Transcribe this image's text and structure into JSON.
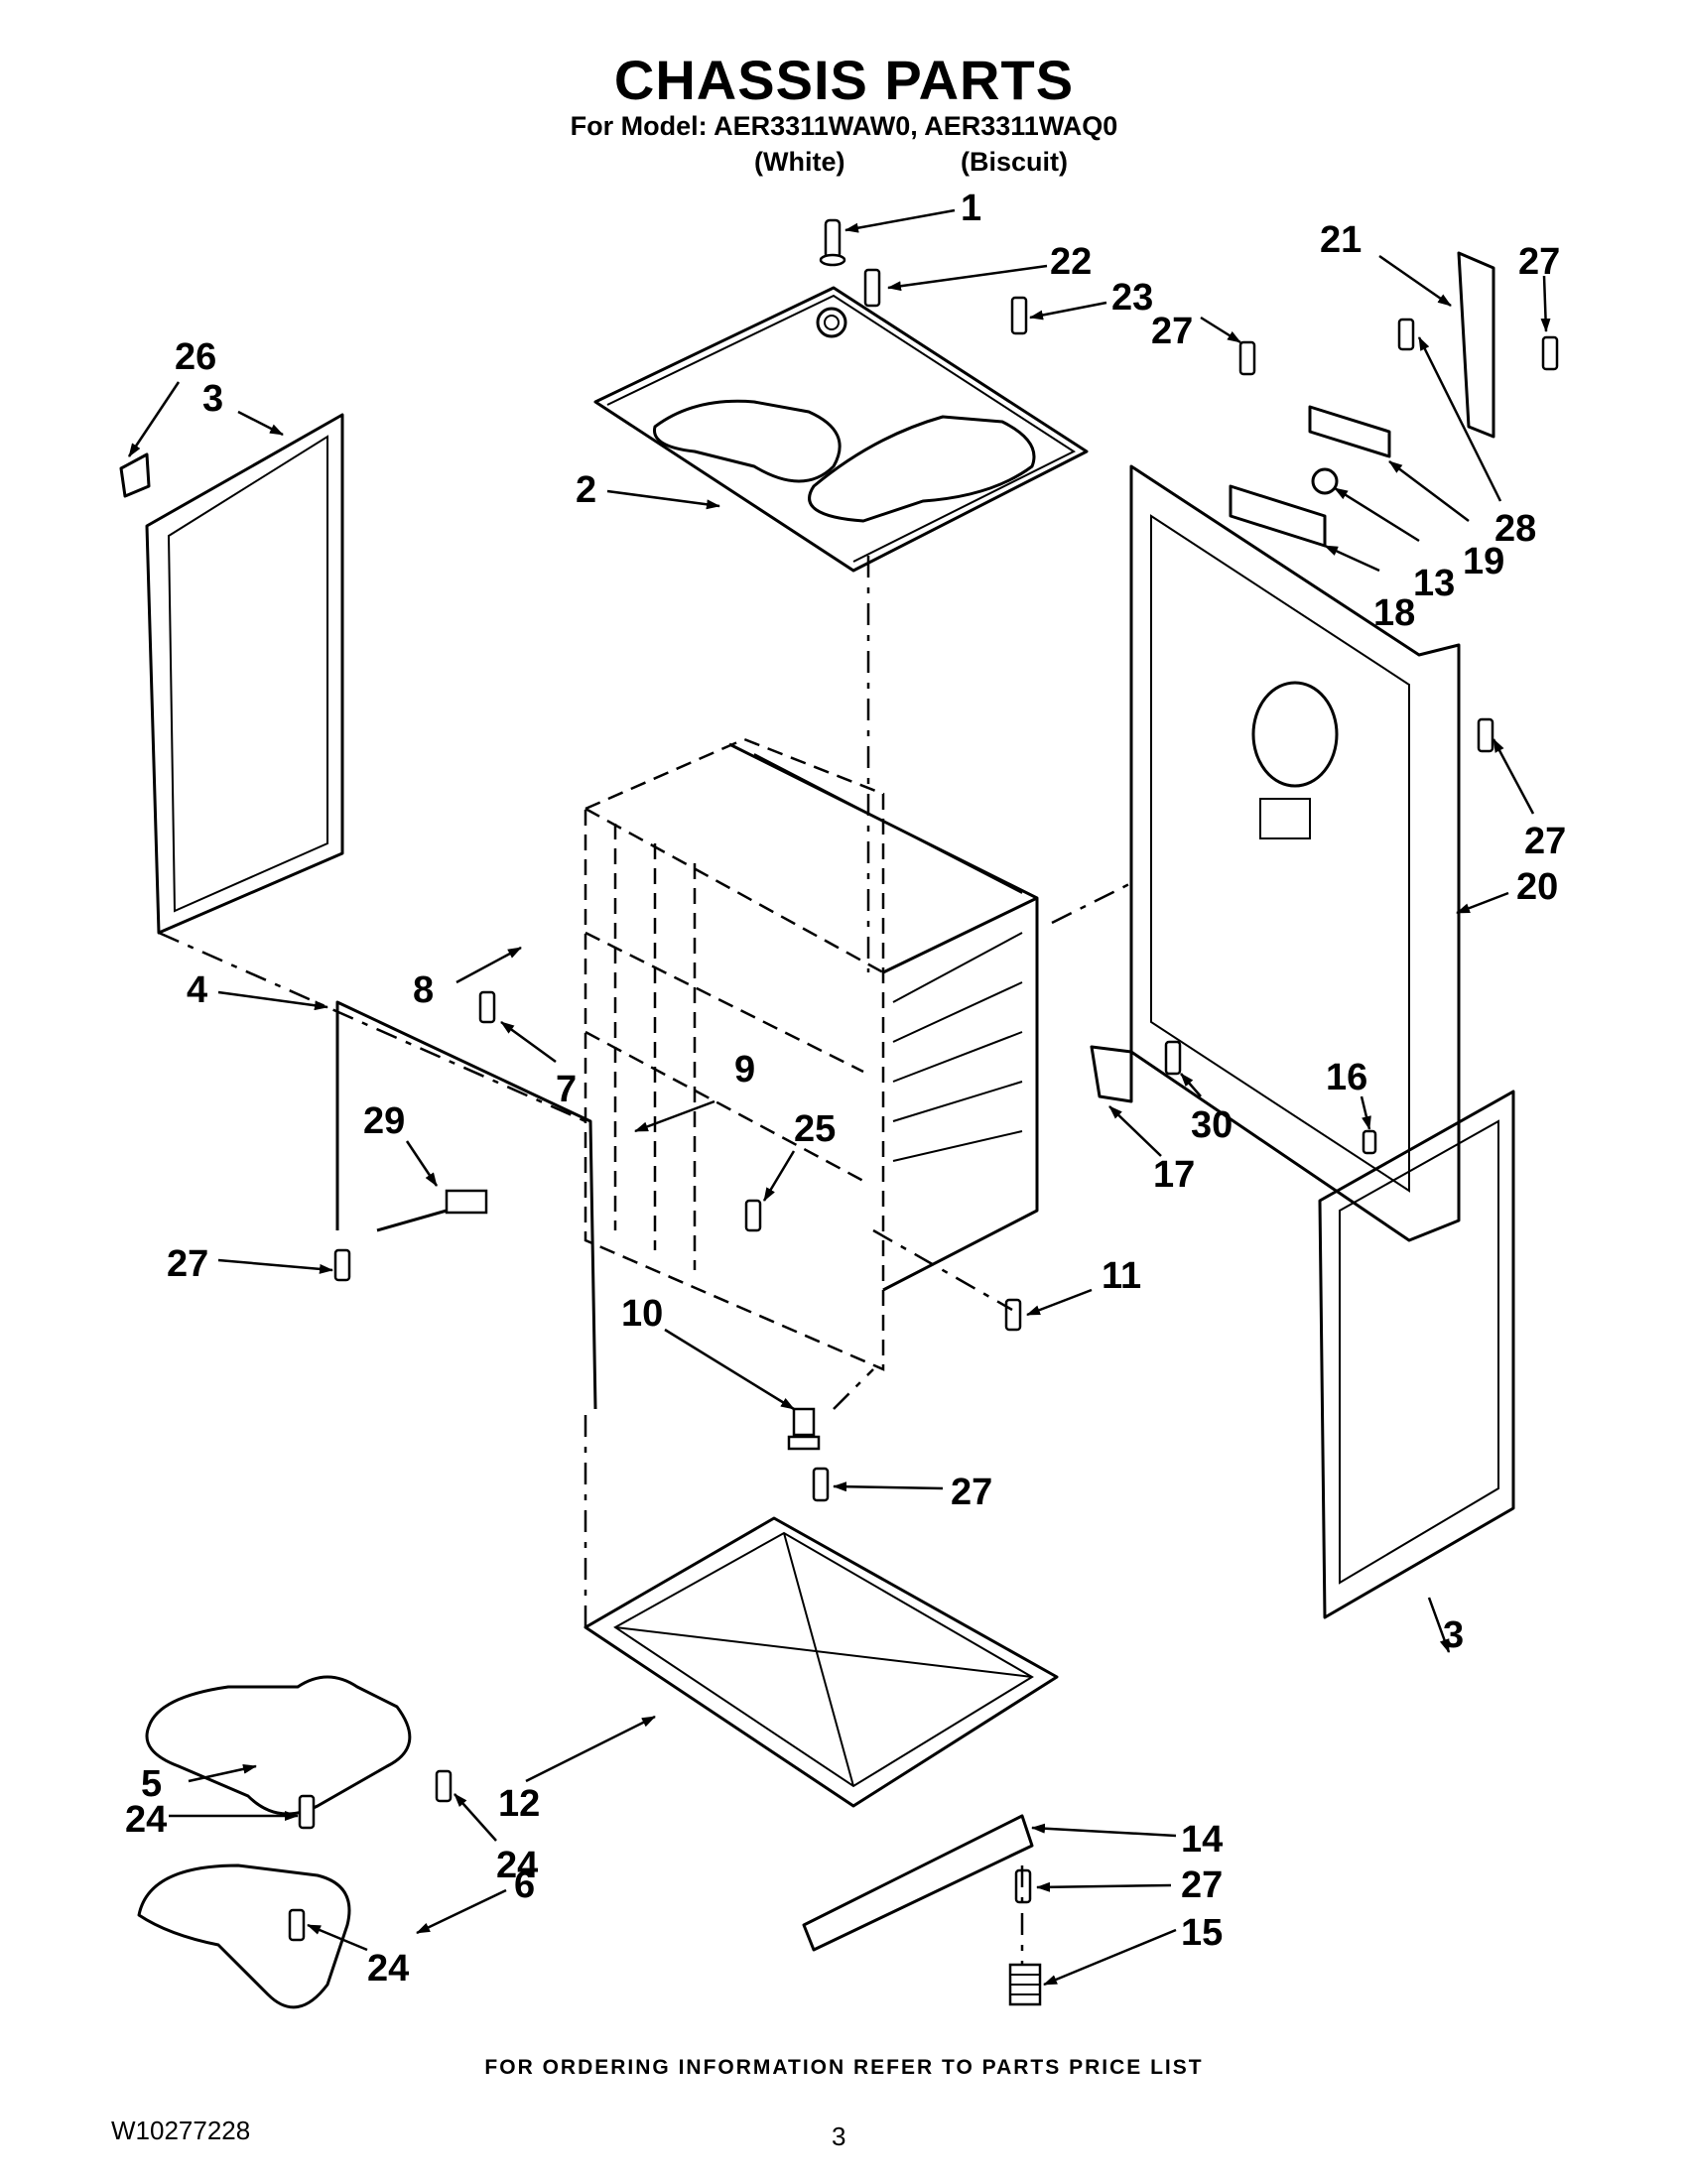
{
  "title": "CHASSIS PARTS",
  "subtitle": "For Model: AER3311WAW0, AER3311WAQ0",
  "variants": [
    "(White)",
    "(Biscuit)"
  ],
  "footer": "FOR ORDERING INFORMATION REFER TO PARTS PRICE LIST",
  "doc_number": "W10277228",
  "page_number": "3",
  "callouts": [
    "1",
    "22",
    "23",
    "21",
    "27",
    "27",
    "26",
    "3",
    "2",
    "28",
    "19",
    "13",
    "18",
    "27",
    "20",
    "8",
    "4",
    "7",
    "9",
    "29",
    "25",
    "30",
    "17",
    "16",
    "27",
    "11",
    "10",
    "27",
    "3",
    "5",
    "12",
    "24",
    "24",
    "14",
    "27",
    "6",
    "24",
    "15"
  ]
}
